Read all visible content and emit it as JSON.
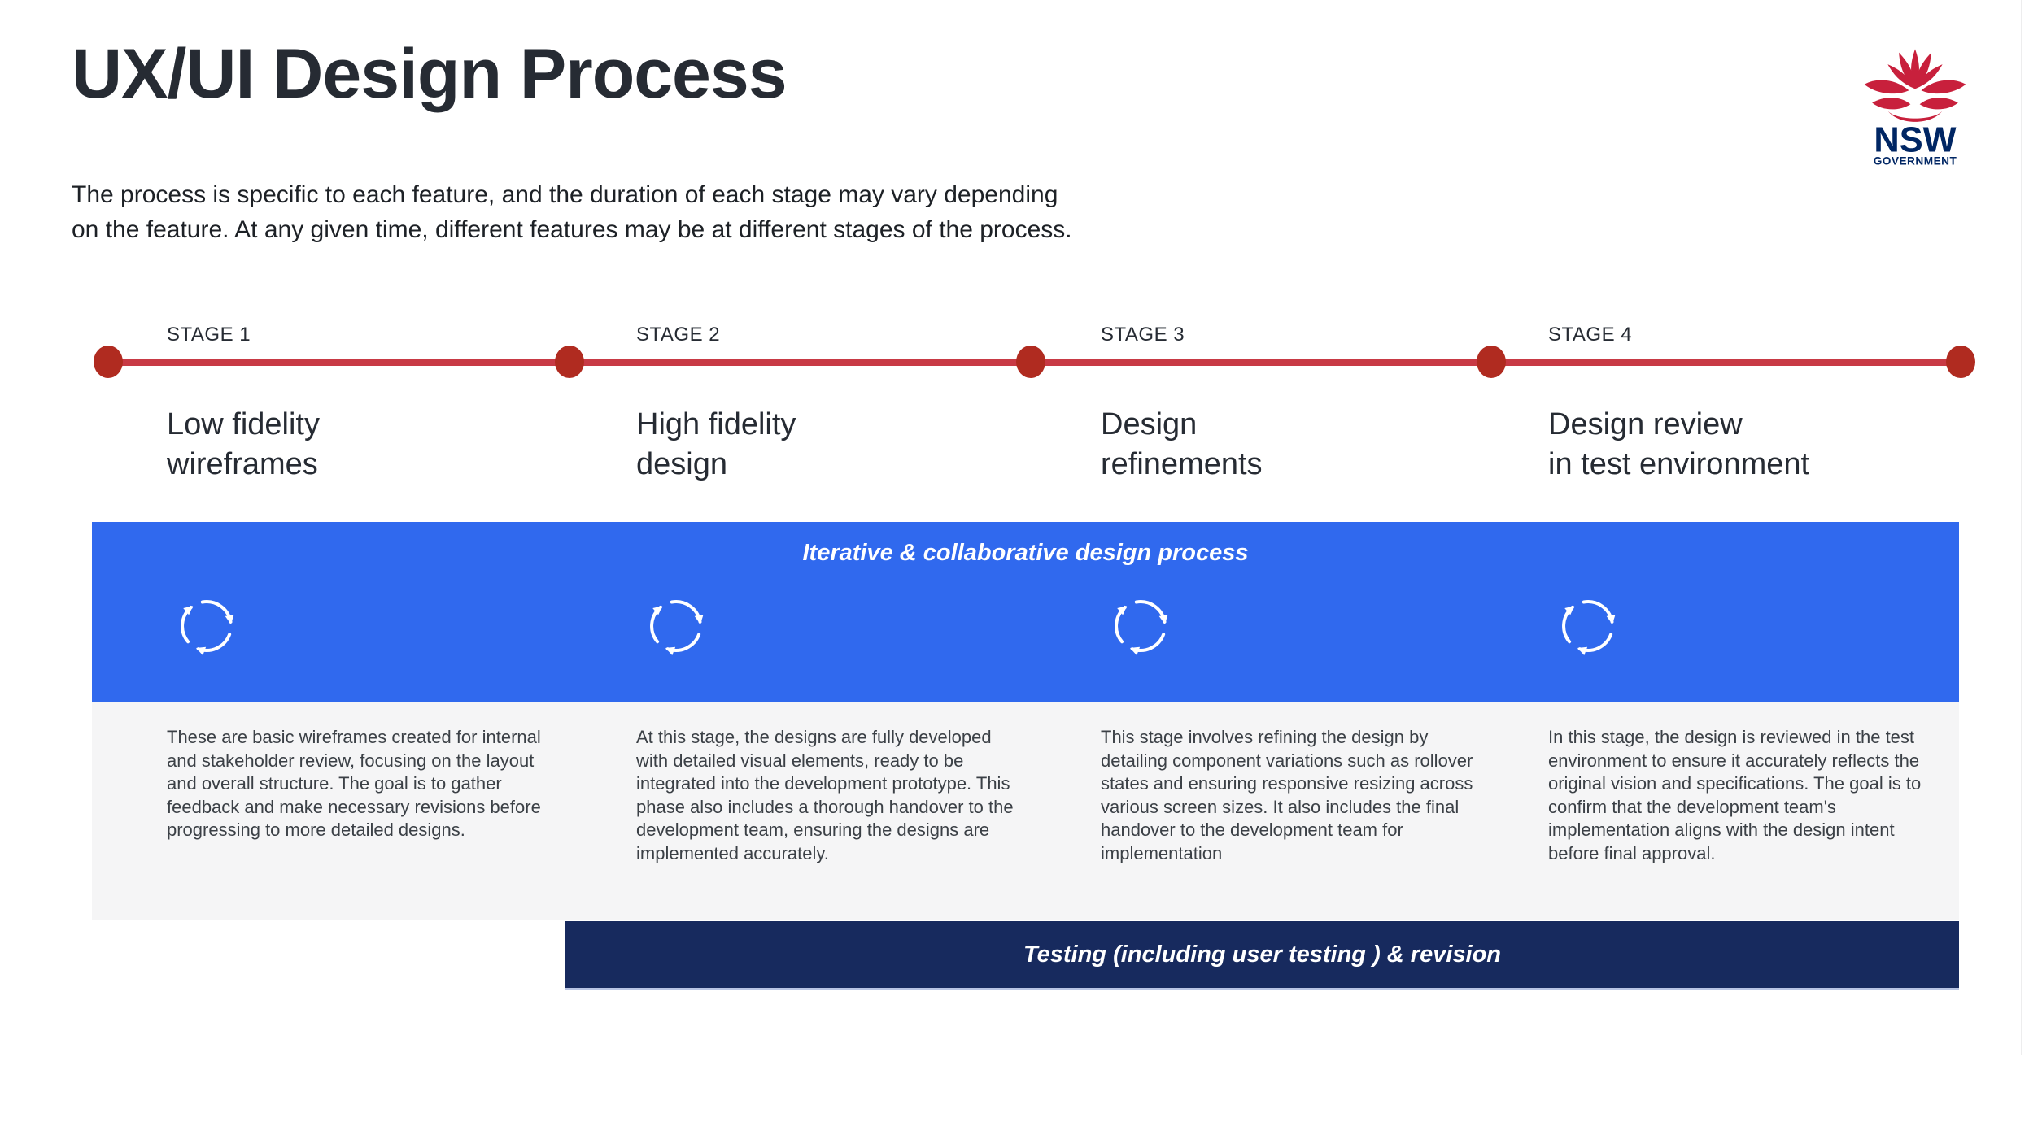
{
  "slide": {
    "title": "UX/UI Design Process",
    "subtitle": "The process is specific to each feature, and the duration of each stage may vary depending\non the feature. At any given time, different features may be at different stages of the process."
  },
  "logo": {
    "org": "NSW",
    "division": "GOVERNMENT"
  },
  "stages": [
    {
      "label": "STAGE 1",
      "title": "Low fidelity\nwireframes",
      "description": "These are basic wireframes created for internal and stakeholder review, focusing on the layout and overall structure. The goal is to gather feedback and make necessary revisions before progressing to more detailed designs."
    },
    {
      "label": "STAGE 2",
      "title": "High fidelity\ndesign",
      "description": "At this stage, the designs are fully developed with detailed visual elements, ready to be integrated into the development prototype. This phase also includes a thorough handover to the development team, ensuring the designs are implemented accurately."
    },
    {
      "label": "STAGE 3",
      "title": "Design\nrefinements",
      "description": "This stage involves refining the design by detailing component variations such as rollover states and ensuring responsive resizing across various screen sizes. It also includes the final handover to the development team for implementation"
    },
    {
      "label": "STAGE 4",
      "title": "Design review\nin test environment",
      "description": "In this stage, the design is reviewed in the test environment to ensure it accurately reflects the original vision and specifications. The goal is to confirm that the development team's implementation aligns with the design intent before final approval."
    }
  ],
  "banners": {
    "iterative": "Iterative & collaborative design process",
    "testing": "Testing (including user testing ) & revision"
  },
  "colors": {
    "accent_blue": "#3069ee",
    "accent_navy": "#172a5e",
    "timeline_line": "#c83a45",
    "timeline_dot": "#b02b20",
    "panel_gray": "#f5f5f6",
    "logo_red": "#c8203c",
    "logo_navy": "#002664",
    "text_dark": "#262b33"
  }
}
